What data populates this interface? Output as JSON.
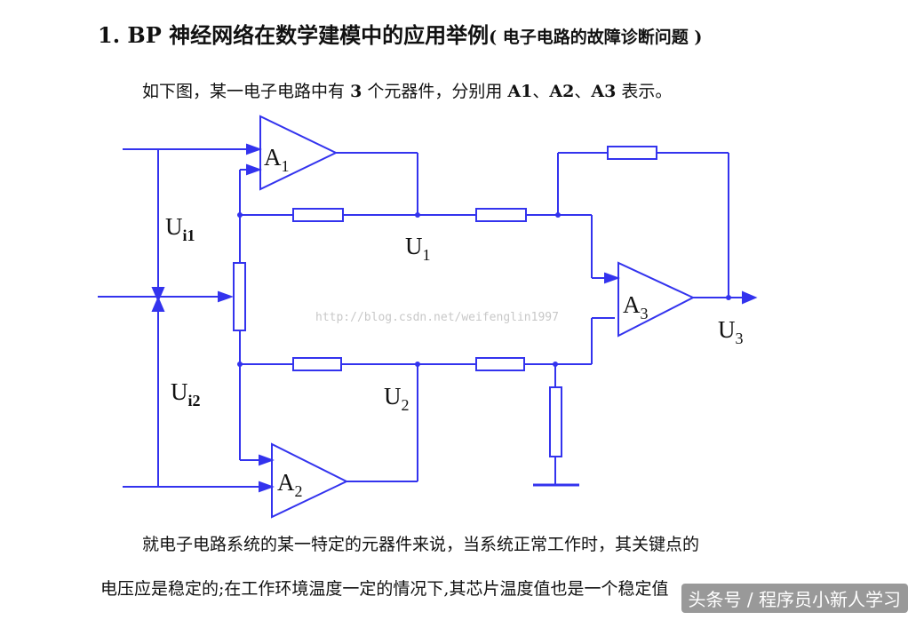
{
  "title": {
    "main": "1. BP 神经网络在数学建模中的应用举例",
    "sub": "( 电子电路的故障诊断问题 )"
  },
  "intro": {
    "before_count": "如下图，某一电子电路中有",
    "count": "3",
    "middle": "个元器件，分别用",
    "a1": "A1",
    "sep1": "、",
    "a2": "A2",
    "sep2": "、",
    "a3": "A3",
    "after": "表示。"
  },
  "diagram": {
    "labels": {
      "A1": {
        "main": "A",
        "sub": "1"
      },
      "A2": {
        "main": "A",
        "sub": "2"
      },
      "A3": {
        "main": "A",
        "sub": "3"
      },
      "U1": {
        "main": "U",
        "sub": "1"
      },
      "U2": {
        "main": "U",
        "sub": "2"
      },
      "U3": {
        "main": "U",
        "sub": "3"
      },
      "Ui1": {
        "main": "U",
        "sub": "i1"
      },
      "Ui2": {
        "main": "U",
        "sub": "i2"
      }
    },
    "colors": {
      "wire": "#3333ee",
      "text": "#111111"
    }
  },
  "watermark": "http://blog.csdn.net/weifenglin1997",
  "paragraphs": {
    "p1": "就电子电路系统的某一特定的元器件来说，当系统正常工作时，其关键点的",
    "p2": "电压应是稳定的;在工作环境温度一定的情况下,其芯片温度值也是一个稳定值"
  },
  "badge": "头条号 / 程序员小新人学习"
}
